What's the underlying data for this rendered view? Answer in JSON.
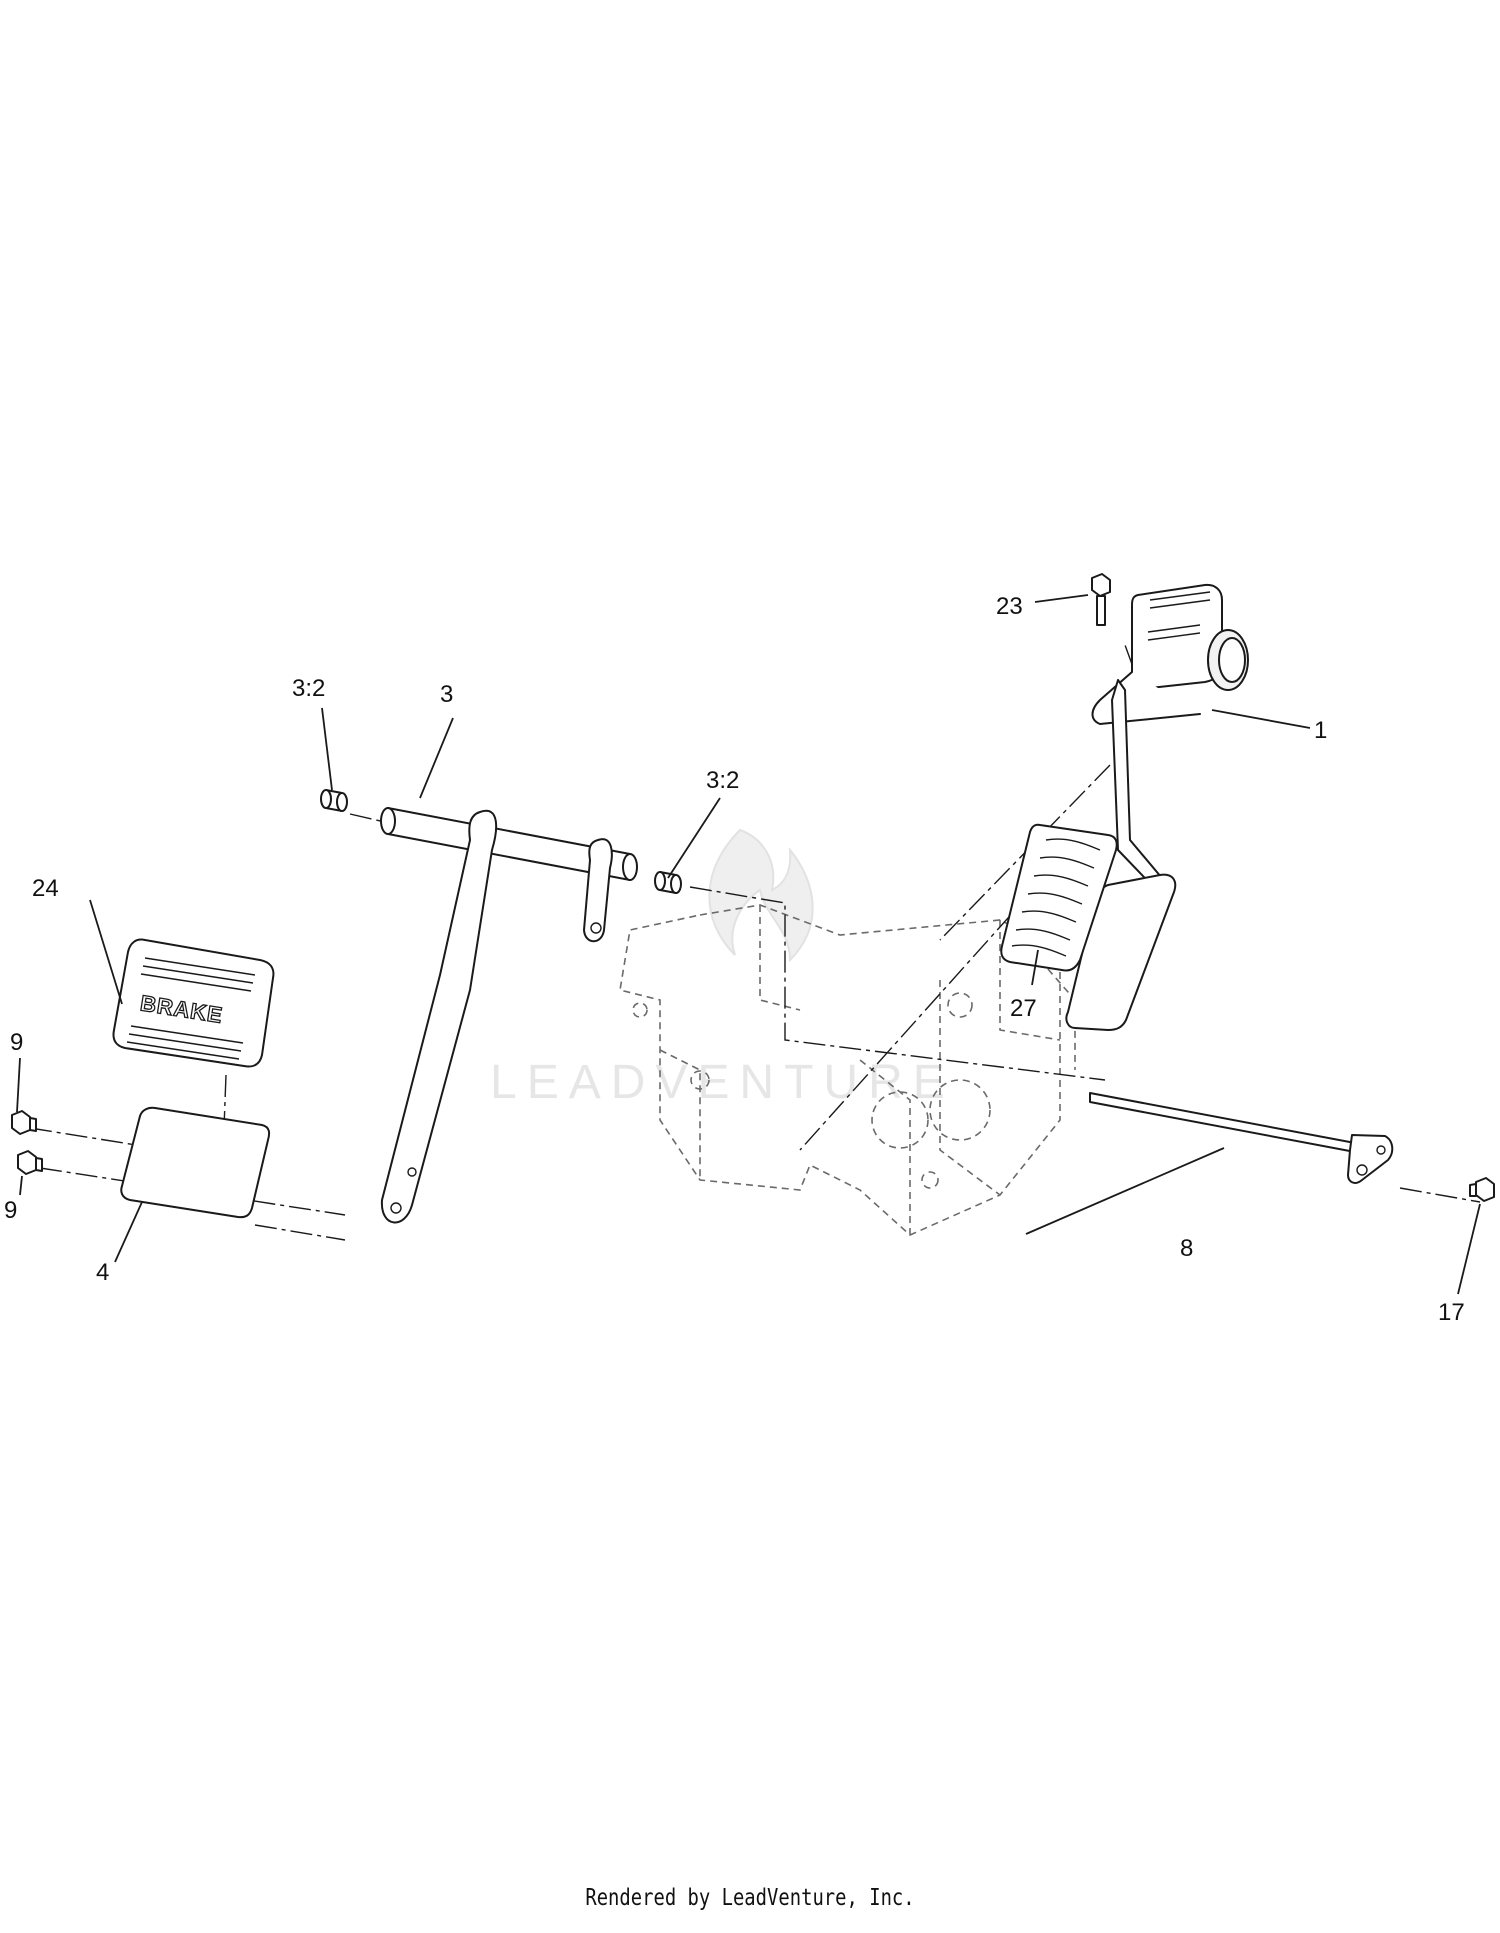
{
  "diagram": {
    "callouts": [
      {
        "id": "c1",
        "label": "1"
      },
      {
        "id": "c3",
        "label": "3"
      },
      {
        "id": "c3-2a",
        "label": "3:2"
      },
      {
        "id": "c3-2b",
        "label": "3:2"
      },
      {
        "id": "c4",
        "label": "4"
      },
      {
        "id": "c8",
        "label": "8"
      },
      {
        "id": "c9a",
        "label": "9"
      },
      {
        "id": "c9b",
        "label": "9"
      },
      {
        "id": "c17",
        "label": "17"
      },
      {
        "id": "c23",
        "label": "23"
      },
      {
        "id": "c24",
        "label": "24"
      },
      {
        "id": "c27",
        "label": "27"
      }
    ],
    "brake_plate_text": "BRAKE",
    "watermark_text": "LEADVENTURE"
  },
  "footer": {
    "credit": "Rendered by LeadVenture, Inc."
  }
}
